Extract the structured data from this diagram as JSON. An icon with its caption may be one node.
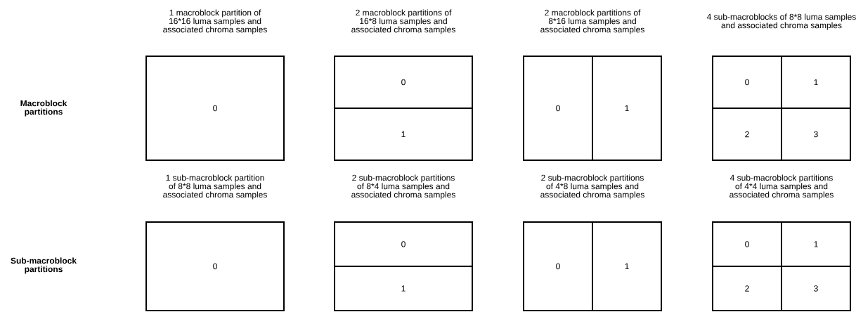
{
  "diagram": {
    "nodes": [
      {
        "text": [
          "1 macroblock partition of 16*16 luma samples and associated chroma samples",
          "0"
        ]
      },
      {
        "text": [
          "2 macroblock partitions of 16*8 luma samples and associated chroma samples"
        ]
      },
      {
        "text": [
          "0"
        ],
        "in": 1
      },
      {
        "text": [
          "1"
        ],
        "in": 1
      },
      {
        "text": [
          "2 macroblock partitions of 8*16 luma samples and associated chroma samples"
        ]
      },
      {
        "text": [
          "0"
        ],
        "in": 4
      },
      {
        "text": [
          "1"
        ],
        "in": 4
      },
      {
        "text": [
          "4 sub-macroblocks of 8*8 luma samples and associated chroma samples"
        ]
      },
      {
        "text": [
          "0"
        ],
        "in": 7
      },
      {
        "text": [
          "1"
        ],
        "in": 7
      },
      {
        "text": [
          "2"
        ],
        "in": 7
      },
      {
        "text": [
          "3"
        ],
        "in": 7
      },
      {
        "text": [
          "1 sub-macroblock partition of 8*8 luma samples and associated chroma samples",
          "0"
        ]
      },
      {
        "text": [
          "2 sub-macroblock partitions of 8*4 luma samples and associated chroma samples"
        ]
      },
      {
        "text": [
          "0"
        ],
        "in": 13
      },
      {
        "text": [
          "1"
        ],
        "in": 13
      },
      {
        "text": [
          "2 sub-macroblock partitions of 4*8 luma samples and associated chroma samples"
        ]
      },
      {
        "text": [
          "0"
        ],
        "in": 16
      },
      {
        "text": [
          "1"
        ],
        "in": 16
      },
      {
        "text": [
          "4 sub-macroblock partitions of 4*4 luma samples and associated chroma samples"
        ]
      },
      {
        "text": [
          "0"
        ],
        "in": 19
      },
      {
        "text": [
          "1"
        ],
        "in": 19
      },
      {
        "text": [
          "2"
        ],
        "in": 19
      },
      {
        "text": [
          "3"
        ],
        "in": 19
      }
    ],
    "labels": [
      "Macroblock partitions",
      "Sub-macroblock partitions"
    ]
  }
}
